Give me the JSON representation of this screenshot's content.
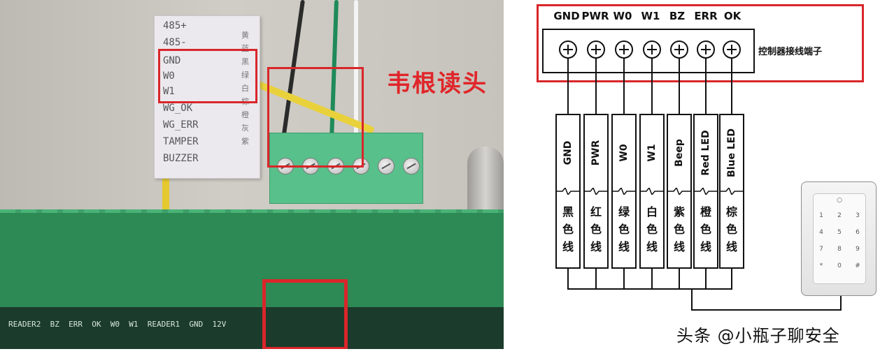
{
  "photo": {
    "title": "韦根读头",
    "label_card_lines": [
      "485+",
      "485-",
      "GND",
      "W0",
      "W1",
      "WG_OK",
      "WG_ERR",
      "TAMPER",
      "BUZZER"
    ],
    "label_card_colors": [
      "黄",
      "蓝",
      "黑",
      "绿",
      "白",
      "棕",
      "橙",
      "灰",
      "紫"
    ],
    "pcb_silk": [
      "READER2",
      "BZ",
      "ERR",
      "OK",
      "W0",
      "W1",
      "READER1",
      "GND",
      "12V"
    ],
    "highlight_color": "#d9262a"
  },
  "diagram": {
    "terminal_labels": [
      "GND",
      "PWR",
      "W0",
      "W1",
      "BZ",
      "ERR",
      "OK"
    ],
    "terminal_caption": "控制器接线端子",
    "connectors": [
      {
        "name": "GND",
        "color_text": [
          "黑",
          "色",
          "线"
        ]
      },
      {
        "name": "PWR",
        "color_text": [
          "红",
          "色",
          "线"
        ]
      },
      {
        "name": "W0",
        "color_text": [
          "绿",
          "色",
          "线"
        ]
      },
      {
        "name": "W1",
        "color_text": [
          "白",
          "色",
          "线"
        ]
      },
      {
        "name": "Beep",
        "color_text": [
          "紫",
          "色",
          "线"
        ]
      },
      {
        "name": "Red LED",
        "color_text": [
          "橙",
          "色",
          "线"
        ]
      },
      {
        "name": "Blue LED",
        "color_text": [
          "棕",
          "色",
          "线"
        ]
      }
    ],
    "keypad_keys": [
      "1",
      "2",
      "3",
      "4",
      "5",
      "6",
      "7",
      "8",
      "9",
      "*",
      "0",
      "#"
    ],
    "frame_color": "#d9262a"
  },
  "watermark": "头条 @小瓶子聊安全"
}
